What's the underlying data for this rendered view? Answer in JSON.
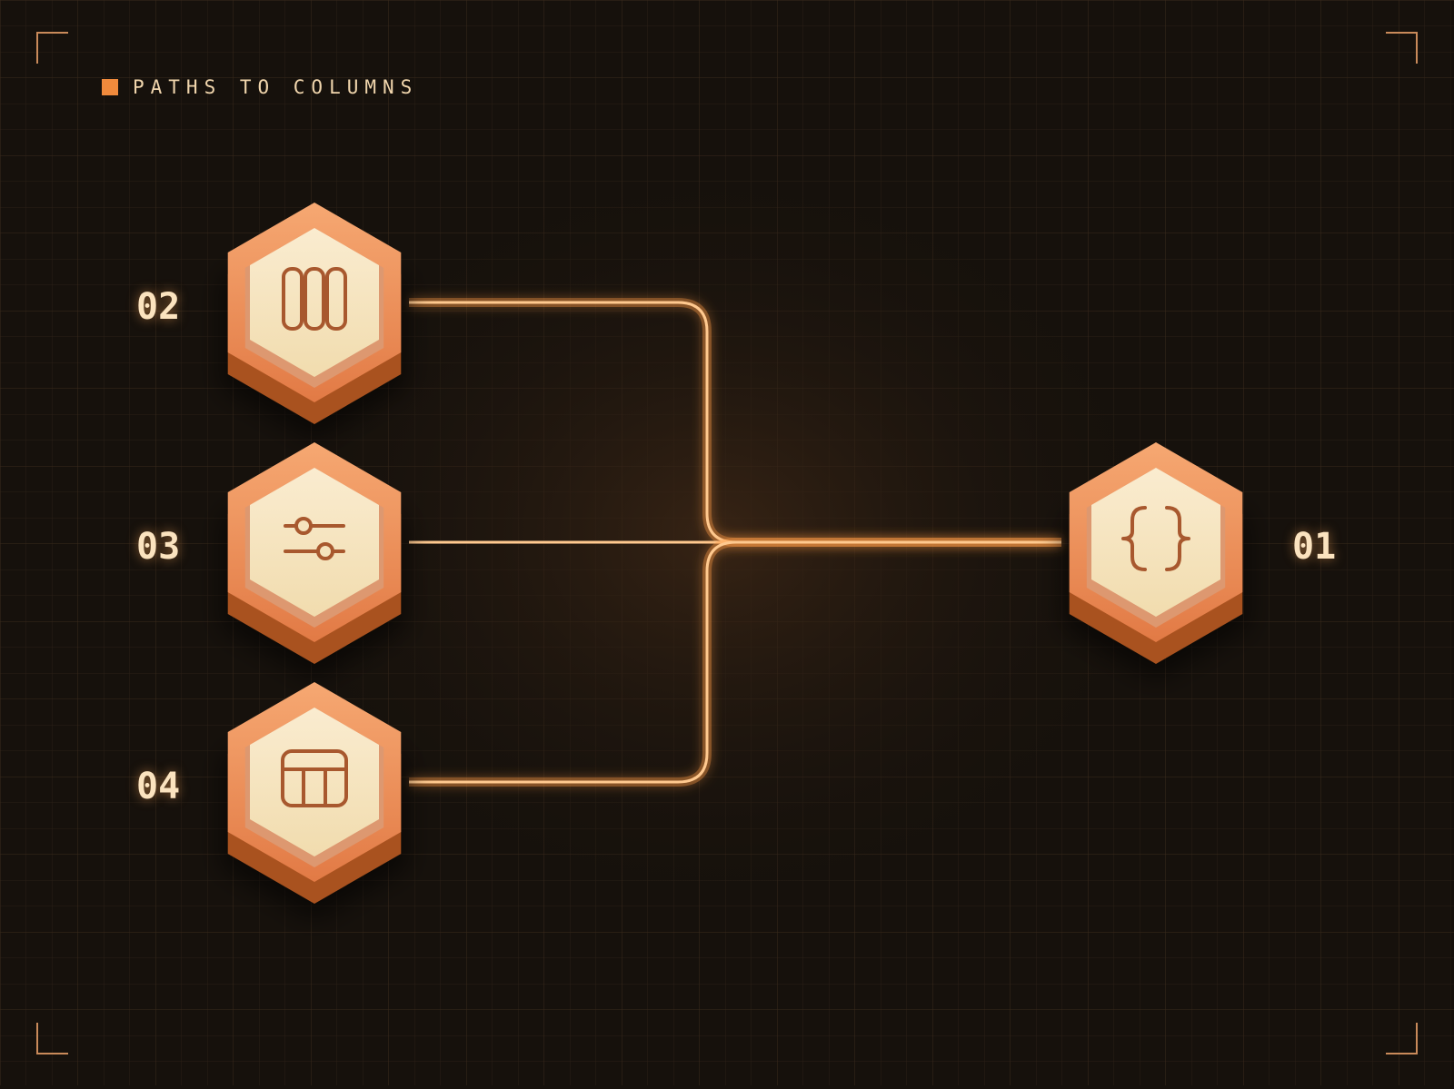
{
  "title": {
    "text": "PATHS TO COLUMNS",
    "marker_color": "#f08a3c"
  },
  "colors": {
    "background": "#16110c",
    "grid": "#3a2a1c",
    "accent": "#ffa85a",
    "hex_outer": "#e98a55",
    "hex_inner": "#f7e7c2",
    "icon": "#a8582e"
  },
  "nodes": [
    {
      "id": "01",
      "label": "01",
      "icon": "curly-braces-icon",
      "role": "target"
    },
    {
      "id": "02",
      "label": "02",
      "icon": "columns-icon",
      "role": "source"
    },
    {
      "id": "03",
      "label": "03",
      "icon": "sliders-icon",
      "role": "source"
    },
    {
      "id": "04",
      "label": "04",
      "icon": "table-icon",
      "role": "source"
    }
  ],
  "edges": [
    {
      "from": "02",
      "to": "01"
    },
    {
      "from": "03",
      "to": "01"
    },
    {
      "from": "04",
      "to": "01"
    }
  ]
}
